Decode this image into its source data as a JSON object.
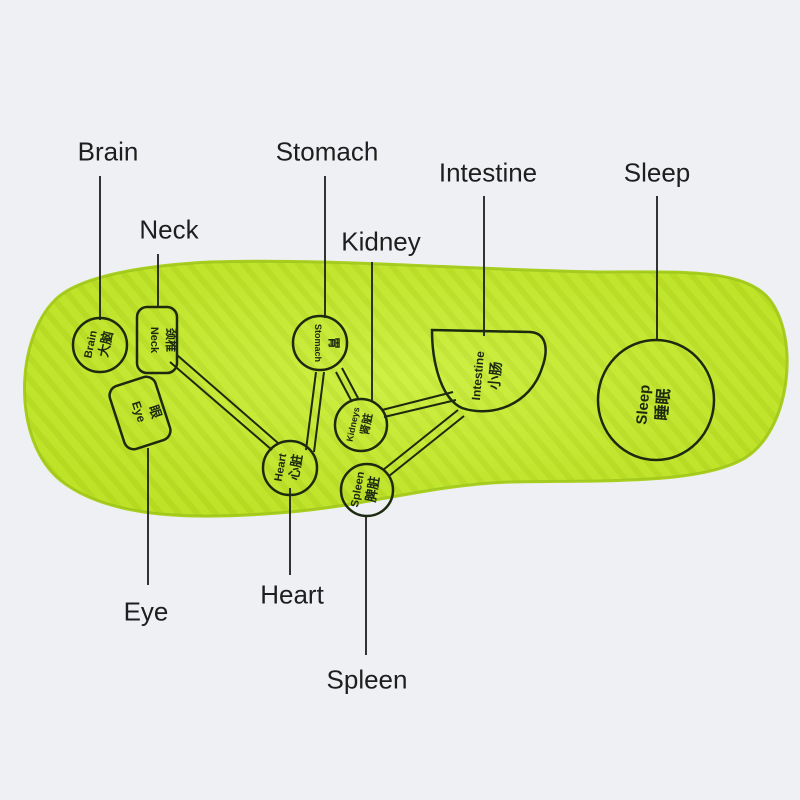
{
  "labels": {
    "brain": "Brain",
    "neck": "Neck",
    "eye": "Eye",
    "heart": "Heart",
    "stomach": "Stomach",
    "kidney": "Kidney",
    "spleen": "Spleen",
    "intestine": "Intestine",
    "sleep": "Sleep"
  },
  "zones": {
    "brain": {
      "en": "Brain",
      "cn": "大脑"
    },
    "neck": {
      "en": "Neck",
      "cn": "颈椎"
    },
    "eye": {
      "en": "Eye",
      "cn": "眼"
    },
    "heart": {
      "en": "Heart",
      "cn": "心脏"
    },
    "stomach": {
      "en": "Stomach",
      "cn": "胃"
    },
    "kidney": {
      "en": "Kidneys",
      "cn": "肾脏"
    },
    "spleen": {
      "en": "Spleen",
      "cn": "脾脏"
    },
    "intestine": {
      "en": "Intestine",
      "cn": "小肠"
    },
    "sleep": {
      "en": "Sleep",
      "cn": "睡眠"
    }
  },
  "colors": {
    "insole": "#c6ec2a",
    "insole_edge": "#9bc21a",
    "zone_outline": "#1c2a10",
    "leader": "#1e1e1e",
    "background": "#eef0f3"
  }
}
